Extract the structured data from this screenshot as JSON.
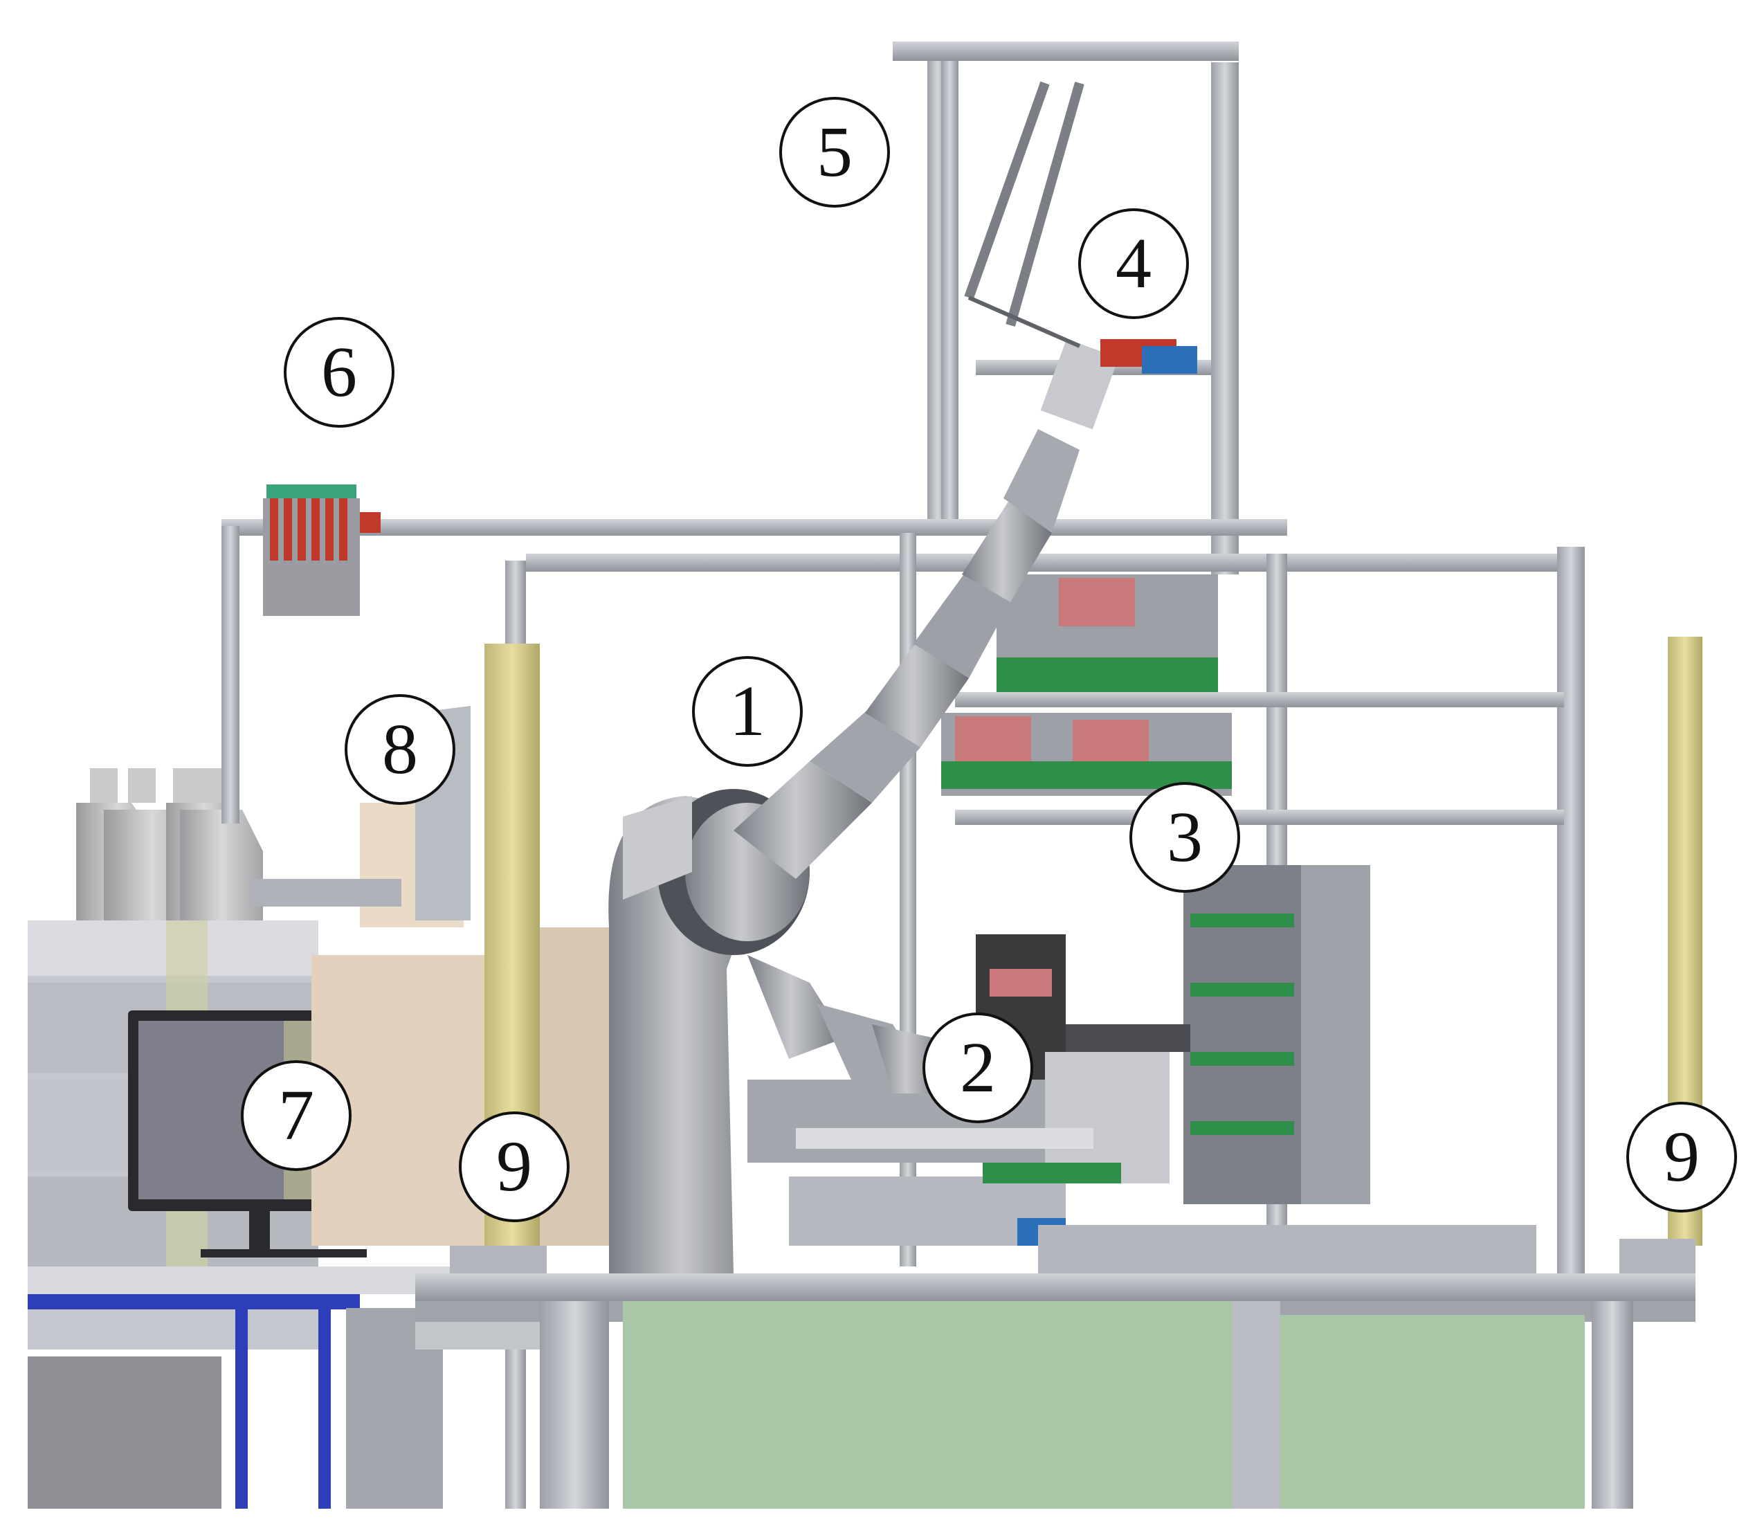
{
  "figure": {
    "description_icon": "robotic-lab-workcell-render",
    "callouts": [
      {
        "id": "callout-1",
        "label": "1"
      },
      {
        "id": "callout-2",
        "label": "2"
      },
      {
        "id": "callout-3",
        "label": "3"
      },
      {
        "id": "callout-4",
        "label": "4"
      },
      {
        "id": "callout-5",
        "label": "5"
      },
      {
        "id": "callout-6",
        "label": "6"
      },
      {
        "id": "callout-7",
        "label": "7"
      },
      {
        "id": "callout-8",
        "label": "8"
      },
      {
        "id": "callout-9a",
        "label": "9"
      },
      {
        "id": "callout-9b",
        "label": "9"
      }
    ]
  },
  "colors": {
    "frame": "#b9bcc2",
    "frame_dark": "#8f939a",
    "panel_green": "#a9c7a7",
    "robot": "#a9abb1",
    "robot_dark": "#6f7278",
    "light_curtain": "#d8cf8a",
    "table_blue": "#2c3fb8",
    "rack_green": "#2f8f4a",
    "rack_red": "#c9797a",
    "monitor_frame": "#2a2a2e",
    "monitor_screen": "#7e7f8a",
    "bottle": "#bdbdbf",
    "beige": "#e7d6c1"
  }
}
